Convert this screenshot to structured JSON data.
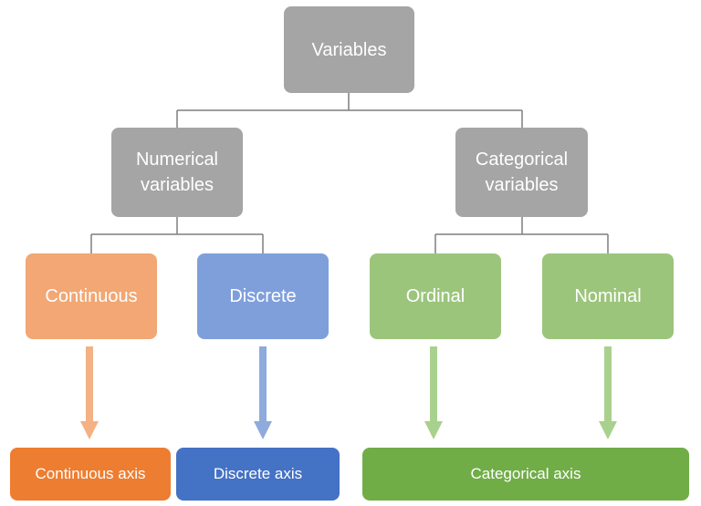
{
  "diagram": {
    "root": {
      "label": "Variables"
    },
    "numerical": {
      "label_line1": "Numerical",
      "label_line2": "variables"
    },
    "categorical": {
      "label_line1": "Categorical",
      "label_line2": "variables"
    },
    "continuous": {
      "label": "Continuous"
    },
    "discrete": {
      "label": "Discrete"
    },
    "ordinal": {
      "label": "Ordinal"
    },
    "nominal": {
      "label": "Nominal"
    },
    "continuous_axis": {
      "label": "Continuous axis"
    },
    "discrete_axis": {
      "label": "Discrete axis"
    },
    "categorical_axis": {
      "label": "Categorical axis"
    }
  },
  "colors": {
    "gray": "#a5a5a5",
    "orange_light": "#f2a774",
    "blue_light": "#7f9fdb",
    "green_light": "#9cc57c",
    "orange_dark": "#ed7d31",
    "blue_dark": "#4472c4",
    "green_dark": "#70ad47",
    "connector": "#7f7f7f"
  }
}
